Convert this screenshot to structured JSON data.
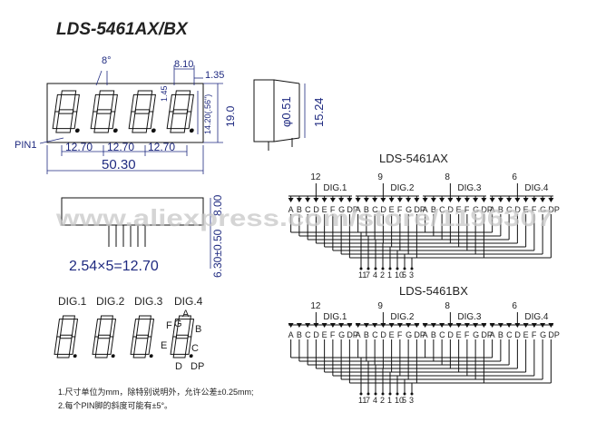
{
  "title": "LDS-5461AX/BX",
  "front_view": {
    "angle": "8°",
    "seg_width": "8.10",
    "seg_gap": "1.35",
    "seg_stroke": "1.45",
    "char_height": "14.20(.56\")",
    "total_height": "19.0",
    "pin_label": "PIN1",
    "pitch": [
      "12.70",
      "12.70",
      "12.70"
    ],
    "total_width": "50.30"
  },
  "side_view": {
    "pin_dia": "φ0.51",
    "row_spacing": "15.24"
  },
  "bottom_view": {
    "pin_pitch": "2.54×5=12.70",
    "height": "6.30±0.50",
    "offset": "8.00"
  },
  "segment_view": {
    "digit_labels": [
      "DIG.1",
      "DIG.2",
      "DIG.3",
      "DIG.4"
    ],
    "segments": [
      "A",
      "F",
      "G",
      "B",
      "E",
      "C",
      "D",
      "DP"
    ]
  },
  "schematics": [
    {
      "title": "LDS-5461AX",
      "common": [
        "12",
        "9",
        "8",
        "6"
      ],
      "dig_labels": [
        "DIG.1",
        "DIG.2",
        "DIG.3",
        "DIG.4"
      ],
      "segments": [
        "A",
        "B",
        "C",
        "D",
        "E",
        "F",
        "G",
        "DP"
      ],
      "pins_bottom": [
        "11",
        "7",
        "4",
        "2",
        "1",
        "10",
        "5",
        "3"
      ]
    },
    {
      "title": "LDS-5461BX",
      "common": [
        "12",
        "9",
        "8",
        "6"
      ],
      "dig_labels": [
        "DIG.1",
        "DIG.2",
        "DIG.3",
        "DIG.4"
      ],
      "segments": [
        "A",
        "B",
        "C",
        "D",
        "E",
        "F",
        "G",
        "DP"
      ],
      "pins_bottom": [
        "11",
        "7",
        "4",
        "2",
        "1",
        "10",
        "5",
        "3"
      ]
    }
  ],
  "notes": [
    "1.尺寸单位为mm，除特别说明外，允许公差±0.25mm;",
    "2.每个PIN脚的斜度可能有±5°。"
  ],
  "watermark": "www.aliexpress.com/store/1196307"
}
